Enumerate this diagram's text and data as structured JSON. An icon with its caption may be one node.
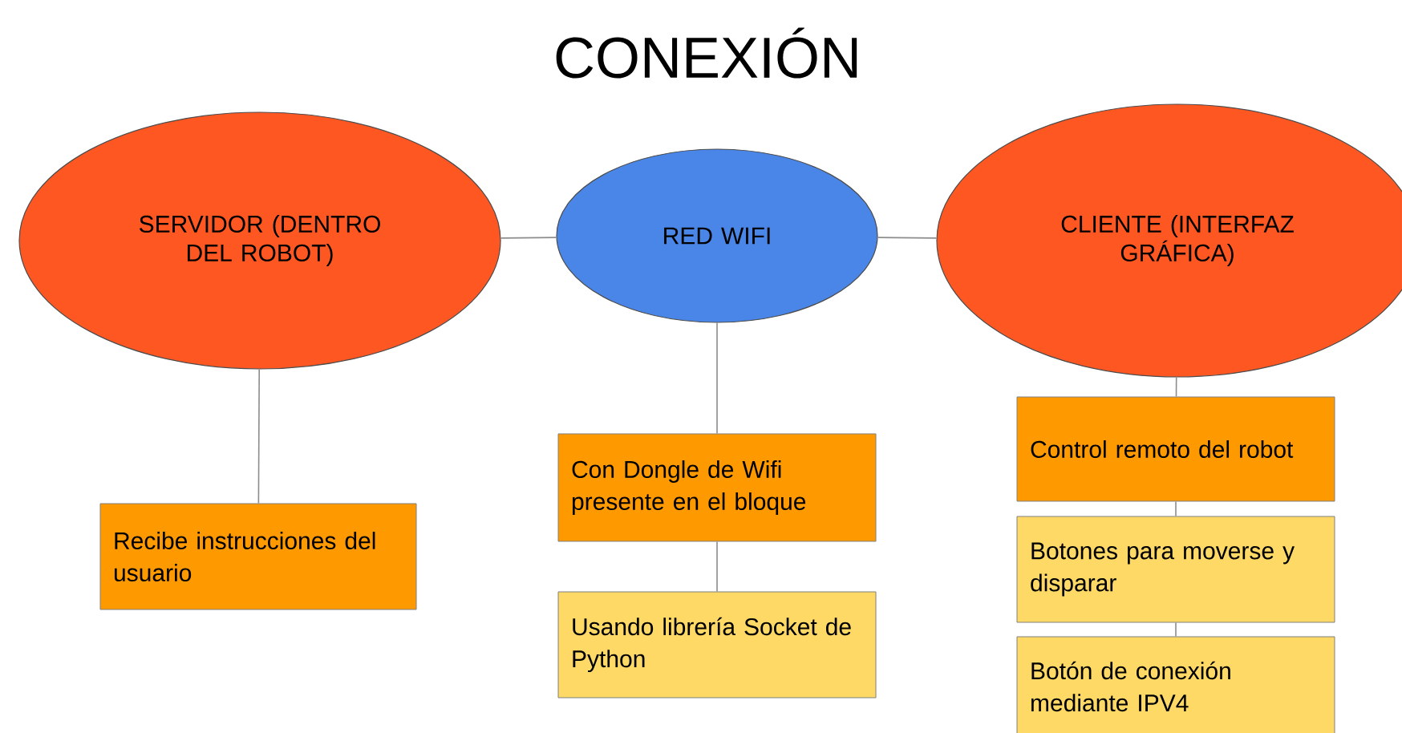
{
  "diagram": {
    "title": "CONEXIÓN",
    "nodes": [
      {
        "text": [
          "SERVIDOR (DENTRO DEL ROBOT)"
        ]
      },
      {
        "text": [
          "RED WIFI"
        ]
      },
      {
        "text": [
          "CLIENTE (INTERFAZ GRÁFICA)"
        ]
      },
      {
        "text": [
          "Recibe instrucciones del usuario"
        ]
      },
      {
        "text": [
          "Con Dongle de Wifi presente en el bloque"
        ]
      },
      {
        "text": [
          "Usando librería Socket de Python"
        ]
      },
      {
        "text": [
          "Control remoto del robot"
        ]
      },
      {
        "text": [
          "Botones para moverse y disparar"
        ]
      },
      {
        "text": [
          "Botón de conexión mediante IPV4"
        ]
      }
    ],
    "edges": [
      {
        "from": 0,
        "to": 1,
        "arrow": "none"
      },
      {
        "from": 1,
        "to": 2,
        "arrow": "none"
      },
      {
        "from": 0,
        "to": 3,
        "arrow": "none"
      },
      {
        "from": 1,
        "to": 4,
        "arrow": "none"
      },
      {
        "from": 4,
        "to": 5,
        "arrow": "none"
      },
      {
        "from": 2,
        "to": 6,
        "arrow": "none"
      },
      {
        "from": 6,
        "to": 7,
        "arrow": "none"
      },
      {
        "from": 7,
        "to": 8,
        "arrow": "none"
      }
    ]
  }
}
